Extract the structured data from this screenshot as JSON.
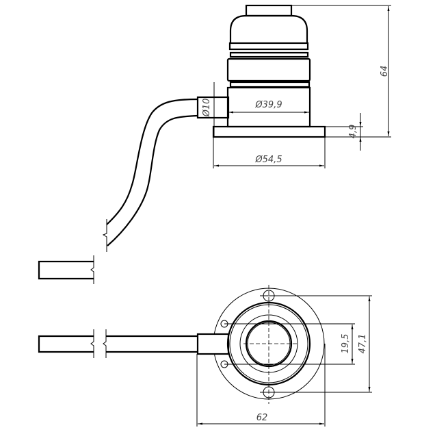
{
  "drawing": {
    "side_view": {
      "dimensions": {
        "body_diameter": "Ø39,9",
        "cable_diameter": "Ø10",
        "total_height": "64",
        "flange_thickness": "4,9",
        "flange_diameter": "Ø54,5"
      }
    },
    "bottom_view": {
      "dimensions": {
        "overall_width": "62",
        "inner_diameter": "19,5",
        "hole_spacing": "47,1"
      }
    },
    "colors": {
      "line": "#000000",
      "dimension_text": "#444444"
    }
  }
}
